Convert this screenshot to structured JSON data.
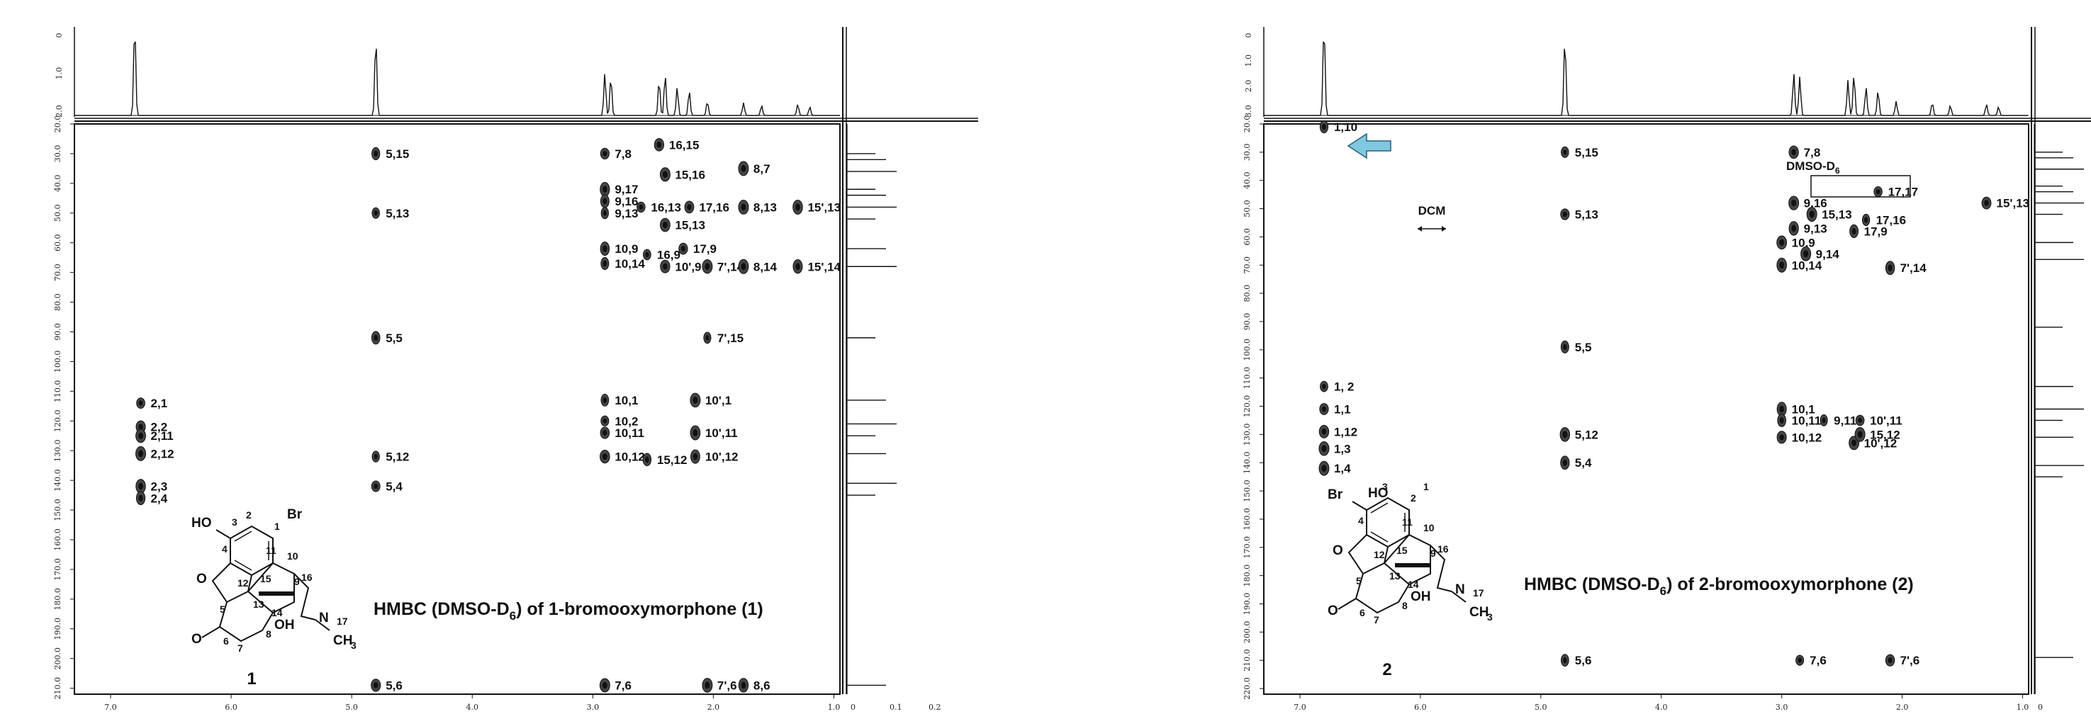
{
  "chart_data": [
    {
      "type": "scatter",
      "id": "p1",
      "title": "HMBC (DMSO-D",
      "title_sub": "6",
      "title_tail": ") of 1-bromooxymorphone (1)",
      "compound_number": "1",
      "x_ticks": [
        "7.0",
        "6.0",
        "5.0",
        "4.0",
        "3.0",
        "2.0",
        "1.0"
      ],
      "y_ticks": [
        "20.0",
        "30.0",
        "40.0",
        "50.0",
        "60.0",
        "70.0",
        "80.0",
        "90.0",
        "100.0",
        "110.0",
        "120.0",
        "130.0",
        "140.0",
        "150.0",
        "160.0",
        "170.0",
        "180.0",
        "190.0",
        "200.0",
        "210.0"
      ],
      "top_ticks": [
        "2.0",
        "1.0",
        "0"
      ],
      "side_ticks": [
        "0",
        "0.1",
        "0.2"
      ],
      "xlim": [
        7.3,
        0.95
      ],
      "ylim": [
        20,
        212
      ],
      "cross_peaks": [
        {
          "x": 4.8,
          "y": 30,
          "label": "5,15"
        },
        {
          "x": 4.8,
          "y": 50,
          "label": "5,13"
        },
        {
          "x": 2.9,
          "y": 30,
          "label": "7,8"
        },
        {
          "x": 2.45,
          "y": 27,
          "label": "16,15"
        },
        {
          "x": 2.4,
          "y": 37,
          "label": "15,16"
        },
        {
          "x": 1.75,
          "y": 35,
          "label": "8,7"
        },
        {
          "x": 2.9,
          "y": 42,
          "label": "9,17"
        },
        {
          "x": 2.9,
          "y": 46,
          "label": "9,16"
        },
        {
          "x": 2.9,
          "y": 50,
          "label": "9,13"
        },
        {
          "x": 2.6,
          "y": 48,
          "label": "16,13"
        },
        {
          "x": 2.2,
          "y": 48,
          "label": "17,16"
        },
        {
          "x": 2.4,
          "y": 54,
          "label": "15,13"
        },
        {
          "x": 1.75,
          "y": 48,
          "label": "8,13"
        },
        {
          "x": 1.3,
          "y": 48,
          "label": "15',13"
        },
        {
          "x": 2.9,
          "y": 62,
          "label": "10,9"
        },
        {
          "x": 2.9,
          "y": 67,
          "label": "10,14"
        },
        {
          "x": 2.55,
          "y": 64,
          "label": "16,9"
        },
        {
          "x": 2.25,
          "y": 62,
          "label": "17,9"
        },
        {
          "x": 2.4,
          "y": 68,
          "label": "10',9"
        },
        {
          "x": 2.05,
          "y": 68,
          "label": "7',14"
        },
        {
          "x": 1.75,
          "y": 68,
          "label": "8,14"
        },
        {
          "x": 1.3,
          "y": 68,
          "label": "15',14"
        },
        {
          "x": 4.8,
          "y": 92,
          "label": "5,5"
        },
        {
          "x": 2.05,
          "y": 92,
          "label": "7',15"
        },
        {
          "x": 6.75,
          "y": 114,
          "label": "2,1"
        },
        {
          "x": 6.75,
          "y": 122,
          "label": "2,2"
        },
        {
          "x": 6.75,
          "y": 125,
          "label": "2,11"
        },
        {
          "x": 6.75,
          "y": 131,
          "label": "2,12"
        },
        {
          "x": 6.75,
          "y": 142,
          "label": "2,3"
        },
        {
          "x": 6.75,
          "y": 146,
          "label": "2,4"
        },
        {
          "x": 2.9,
          "y": 113,
          "label": "10,1"
        },
        {
          "x": 2.9,
          "y": 120,
          "label": "10,2"
        },
        {
          "x": 2.9,
          "y": 124,
          "label": "10,11"
        },
        {
          "x": 2.9,
          "y": 132,
          "label": "10,12"
        },
        {
          "x": 2.15,
          "y": 113,
          "label": "10',1"
        },
        {
          "x": 2.15,
          "y": 124,
          "label": "10',11"
        },
        {
          "x": 2.15,
          "y": 132,
          "label": "10',12"
        },
        {
          "x": 2.55,
          "y": 133,
          "label": "15,12"
        },
        {
          "x": 4.8,
          "y": 132,
          "label": "5,12"
        },
        {
          "x": 4.8,
          "y": 142,
          "label": "5,4"
        },
        {
          "x": 4.8,
          "y": 209,
          "label": "5,6"
        },
        {
          "x": 2.9,
          "y": 209,
          "label": "7,6"
        },
        {
          "x": 2.05,
          "y": 209,
          "label": "7',6"
        },
        {
          "x": 1.75,
          "y": 209,
          "label": "8,6"
        }
      ]
    },
    {
      "type": "scatter",
      "id": "p2",
      "title": "HMBC (DMSO-D",
      "title_sub": "6",
      "title_tail": ") of 2-bromooxymorphone (2)",
      "compound_number": "2",
      "x_ticks": [
        "7.0",
        "6.0",
        "5.0",
        "4.0",
        "3.0",
        "2.0",
        "1.0"
      ],
      "y_ticks": [
        "20.0",
        "30.0",
        "40.0",
        "50.0",
        "60.0",
        "70.0",
        "80.0",
        "90.0",
        "100.0",
        "110.0",
        "120.0",
        "130.0",
        "140.0",
        "150.0",
        "160.0",
        "170.0",
        "180.0",
        "190.0",
        "200.0",
        "210.0",
        "220.0"
      ],
      "top_ticks": [
        "3.0",
        "2.0",
        "1.0",
        "0"
      ],
      "side_ticks": [
        "0"
      ],
      "xlim": [
        7.3,
        0.95
      ],
      "ylim": [
        20,
        222
      ],
      "solvent_label": "DMSO-D",
      "solvent_sub": "6",
      "dcm_label": "DCM",
      "cross_peaks": [
        {
          "x": 6.8,
          "y": 21,
          "label": "1,10"
        },
        {
          "x": 4.8,
          "y": 30,
          "label": "5,15"
        },
        {
          "x": 4.8,
          "y": 52,
          "label": "5,13"
        },
        {
          "x": 2.9,
          "y": 30,
          "label": "7,8"
        },
        {
          "x": 2.9,
          "y": 48,
          "label": "9,16"
        },
        {
          "x": 2.75,
          "y": 52,
          "label": "15,13"
        },
        {
          "x": 2.9,
          "y": 57,
          "label": "9,13"
        },
        {
          "x": 2.4,
          "y": 58,
          "label": "17,9"
        },
        {
          "x": 2.3,
          "y": 54,
          "label": "17,16"
        },
        {
          "x": 2.2,
          "y": 44,
          "label": "17,17"
        },
        {
          "x": 1.3,
          "y": 48,
          "label": "15',13"
        },
        {
          "x": 3.0,
          "y": 62,
          "label": "10,9"
        },
        {
          "x": 2.8,
          "y": 66,
          "label": "9,14"
        },
        {
          "x": 3.0,
          "y": 70,
          "label": "10,14"
        },
        {
          "x": 2.1,
          "y": 71,
          "label": "7',14"
        },
        {
          "x": 4.8,
          "y": 99,
          "label": "5,5"
        },
        {
          "x": 6.8,
          "y": 113,
          "label": "1, 2"
        },
        {
          "x": 6.8,
          "y": 121,
          "label": "1,1"
        },
        {
          "x": 6.8,
          "y": 129,
          "label": "1,12"
        },
        {
          "x": 6.8,
          "y": 135,
          "label": "1,3"
        },
        {
          "x": 6.8,
          "y": 142,
          "label": "1,4"
        },
        {
          "x": 3.0,
          "y": 121,
          "label": "10,1"
        },
        {
          "x": 3.0,
          "y": 125,
          "label": "10,11"
        },
        {
          "x": 2.65,
          "y": 125,
          "label": "9,11"
        },
        {
          "x": 2.35,
          "y": 125,
          "label": "10',11"
        },
        {
          "x": 3.0,
          "y": 131,
          "label": "10,12"
        },
        {
          "x": 2.4,
          "y": 133,
          "label": "10',12"
        },
        {
          "x": 2.35,
          "y": 130,
          "label": "15,12"
        },
        {
          "x": 4.8,
          "y": 130,
          "label": "5,12"
        },
        {
          "x": 4.8,
          "y": 140,
          "label": "5,4"
        },
        {
          "x": 4.8,
          "y": 210,
          "label": "5,6"
        },
        {
          "x": 2.85,
          "y": 210,
          "label": "7,6"
        },
        {
          "x": 2.1,
          "y": 210,
          "label": "7',6"
        }
      ]
    }
  ],
  "structure": {
    "atom_labels": [
      "HO",
      "3",
      "2",
      "1",
      "Br",
      "4",
      "11",
      "10",
      "O",
      "12",
      "15",
      "16",
      "13",
      "9",
      "5",
      "14",
      "N",
      "17",
      "CH",
      "3",
      "OH",
      "O",
      "6",
      "7",
      "8"
    ],
    "atom_labels_2": [
      "Br",
      "HO",
      "3",
      "2",
      "1",
      "4",
      "11",
      "10",
      "O",
      "12",
      "15",
      "16",
      "13",
      "9",
      "5",
      "14",
      "N",
      "17",
      "CH",
      "3",
      "OH",
      "O",
      "6",
      "7",
      "8"
    ]
  }
}
